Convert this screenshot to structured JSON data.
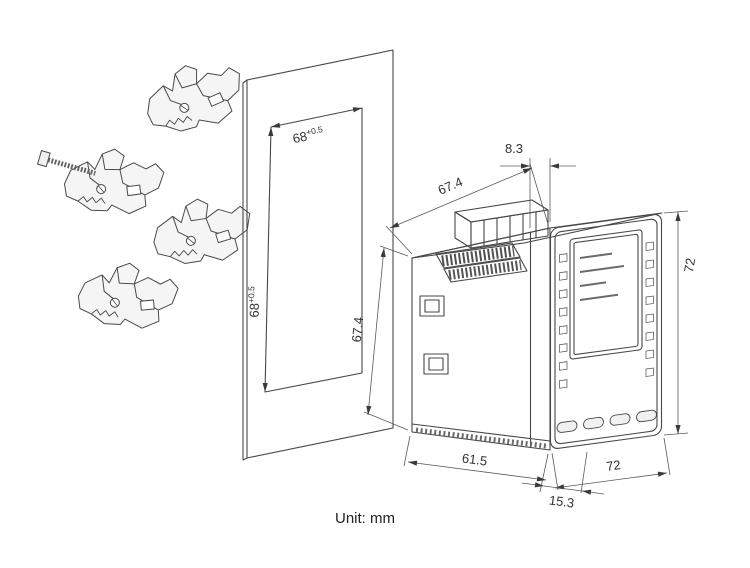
{
  "unit_label": "Unit: mm",
  "dimensions": {
    "cutout_width": {
      "value": "68",
      "tolerance": "+0.5"
    },
    "cutout_height": {
      "value": "68",
      "tolerance": "+0.5"
    },
    "bezel_depth": "8.3",
    "body_width_top": "67.4",
    "body_height_side": "67.4",
    "front_height": "72",
    "front_width": "72",
    "body_depth": "61.5",
    "terminal_depth": "15.3"
  },
  "colors": {
    "line": "#474747",
    "dimension_line": "#5a5a5a",
    "text": "#333333",
    "background": "#ffffff"
  }
}
